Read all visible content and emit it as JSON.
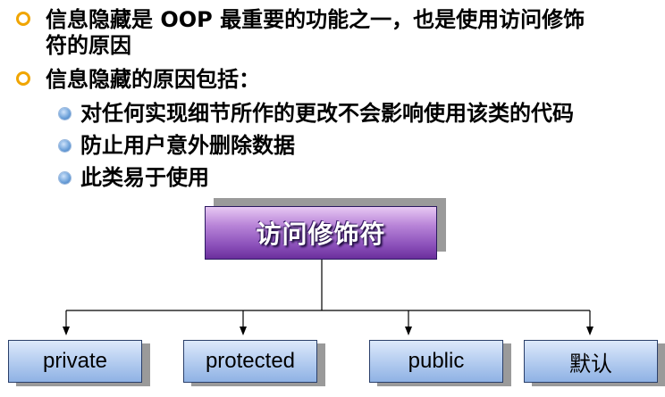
{
  "bullets_level1": [
    {
      "line1": "信息隐藏是 OOP 最重要的功能之一，也是使用访问修饰",
      "line2": "符的原因"
    },
    {
      "line1": "信息隐藏的原因包括："
    }
  ],
  "bullets_level2": [
    "对任何实现细节所作的更改不会影响使用该类的代码",
    "防止用户意外删除数据",
    "此类易于使用"
  ],
  "diagram": {
    "root": "访问修饰符",
    "children": [
      "private",
      "protected",
      "public",
      "默认"
    ]
  }
}
